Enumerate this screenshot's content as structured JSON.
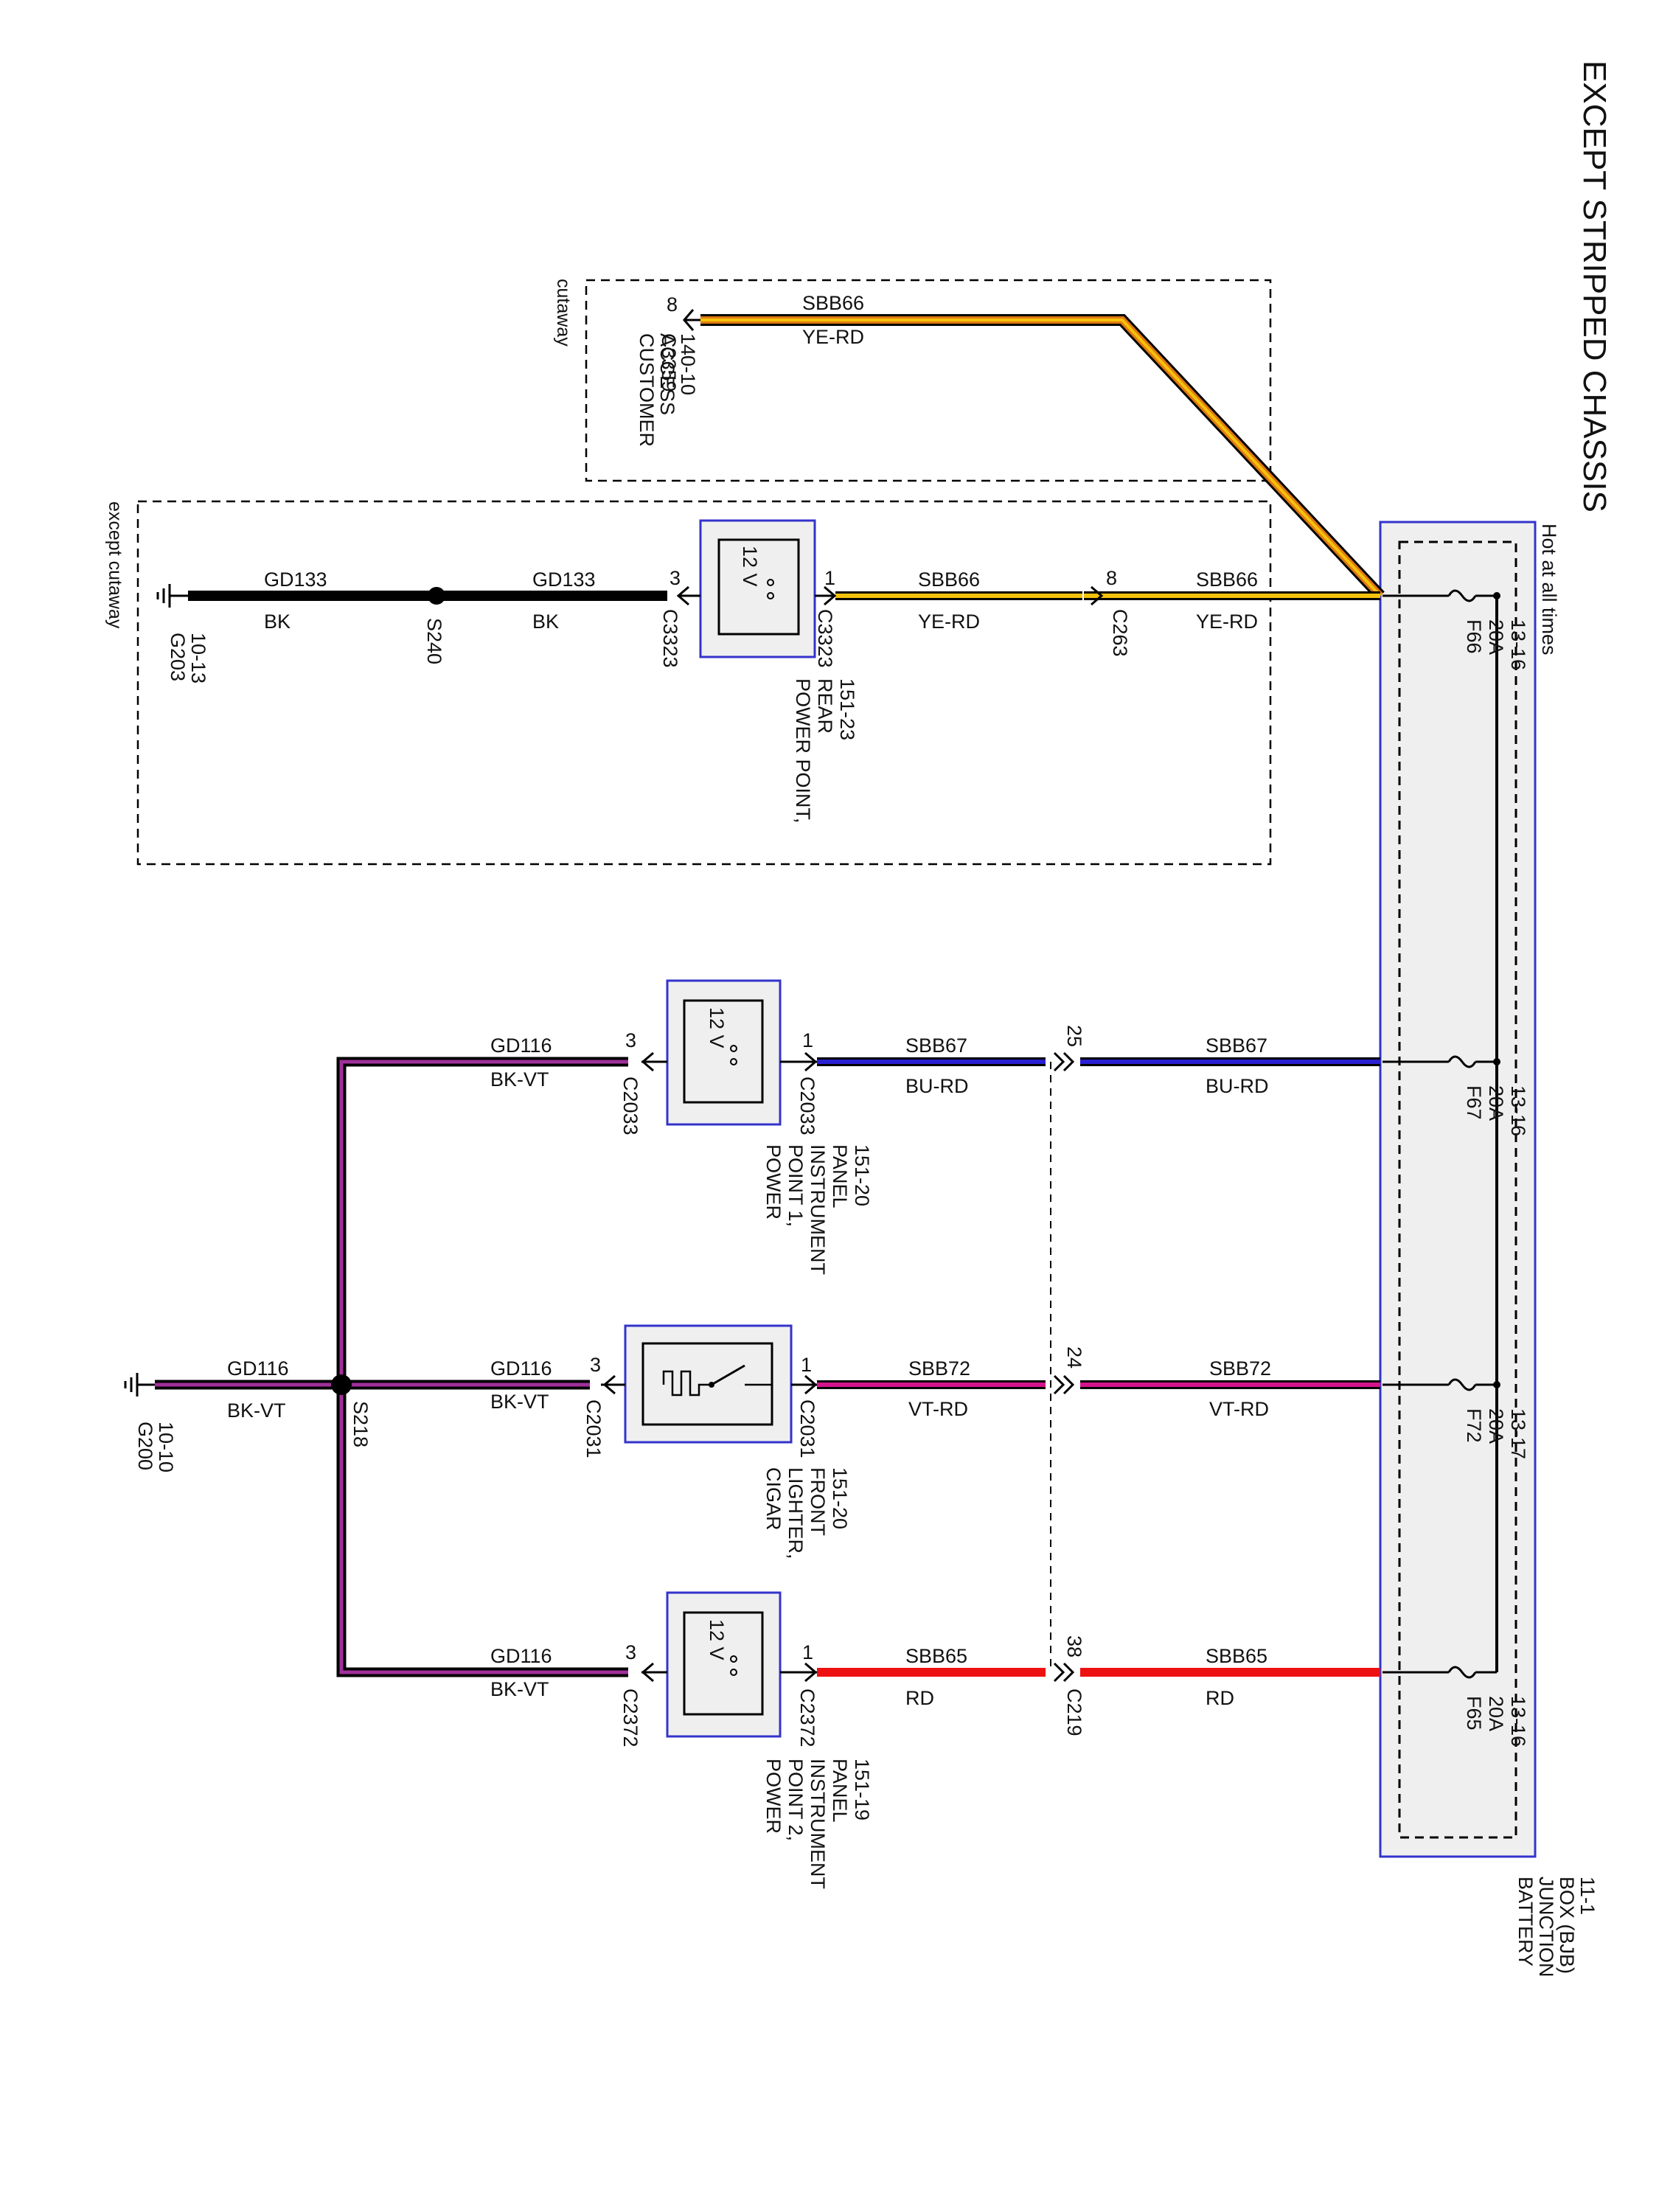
{
  "title": "EXCEPT STRIPPED CHASSIS",
  "bjb": {
    "hot_label": "Hot at all times",
    "label_lines": [
      "BATTERY",
      "JUNCTION",
      "BOX (BJB)",
      "11-1"
    ]
  },
  "fuses": [
    {
      "lines": [
        "F66",
        "20A",
        "13-16"
      ]
    },
    {
      "lines": [
        "F67",
        "20A",
        "13-16"
      ]
    },
    {
      "lines": [
        "F72",
        "20A",
        "13-17"
      ]
    },
    {
      "lines": [
        "F65",
        "20A",
        "13-16"
      ]
    }
  ],
  "regions": {
    "cutaway": "cutaway",
    "except_cutaway": "except cutaway"
  },
  "circuits": {
    "sbb66": {
      "name": "SBB66",
      "color": "YE-RD"
    },
    "sbb67": {
      "name": "SBB67",
      "color": "BU-RD"
    },
    "sbb72": {
      "name": "SBB72",
      "color": "VT-RD"
    },
    "sbb65": {
      "name": "SBB65",
      "color": "RD"
    },
    "gd133": {
      "name": "GD133",
      "color": "BK"
    },
    "gd116": {
      "name": "GD116",
      "color": "BK-VT"
    }
  },
  "connectors": {
    "c3359": "C3359",
    "c3359_pin": "8",
    "c263": "C263",
    "c263_pin": "8",
    "c3323": "C3323",
    "c3323_pin_in": "1",
    "c3323_pin_out": "3",
    "c2033": "C2033",
    "c2033_pin_in": "1",
    "c2033_pin_out": "3",
    "c2031": "C2031",
    "c2031_pin_in": "1",
    "c2031_pin_out": "3",
    "c2372": "C2372",
    "c2372_pin_in": "1",
    "c2372_pin_out": "3",
    "c219": "C219",
    "c219_pin_a": "25",
    "c219_pin_b": "24",
    "c219_pin_c": "38"
  },
  "components": {
    "customer_access": [
      "CUSTOMER",
      "ACCESS",
      "140-10"
    ],
    "power_point_rear": [
      "POWER POINT,",
      "REAR",
      "151-23"
    ],
    "power_point_1": [
      "POWER",
      "POINT 1,",
      "INSTRUMENT",
      "PANEL",
      "151-20"
    ],
    "cigar_lighter": [
      "CIGAR",
      "LIGHTER,",
      "FRONT",
      "151-20"
    ],
    "power_point_2": [
      "POWER",
      "POINT 2,",
      "INSTRUMENT",
      "PANEL",
      "151-19"
    ],
    "twelve_volt": "12 V"
  },
  "splices": {
    "s240": "S240",
    "s218": "S218"
  },
  "grounds": {
    "g203": "G203",
    "g203_ref": "10-13",
    "g200": "G200",
    "g200_ref": "10-10"
  },
  "wire_colors": {
    "yellow": "#f4c20d",
    "orange": "#e07a10",
    "blue": "#2a1fd1",
    "violet": "#d4148c",
    "red": "#ee1111",
    "black": "#000000",
    "purple": "#a0309a",
    "box_blue": "#3333cc",
    "box_fill": "#efefef"
  }
}
